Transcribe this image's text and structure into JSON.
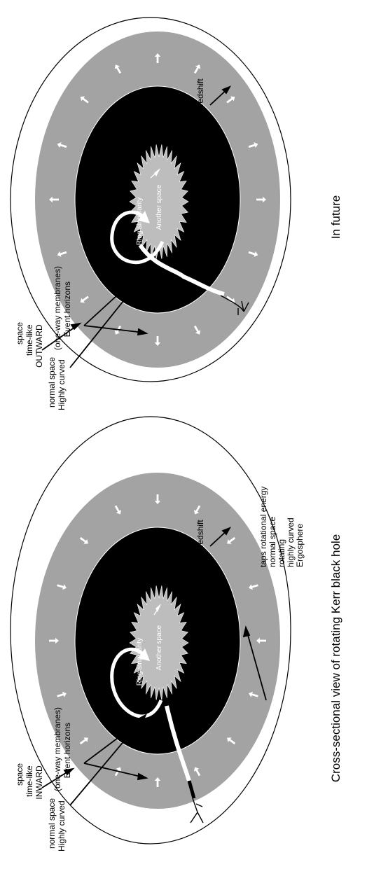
{
  "titles": {
    "left": "Cross-sectional view of rotating Kerr black hole",
    "right": "In future"
  },
  "left_diagram": {
    "surface_label": "Surface of infinite redshift",
    "ergosphere_label": [
      "Ergosphere",
      "highly curved",
      "rotating",
      "normal space",
      "taps rotational energy"
    ],
    "event_horizons_label": [
      "Event horizons",
      "(one-way membranes)"
    ],
    "timelike_label": [
      "INWARD",
      "time-like",
      "space"
    ],
    "curved_label": [
      "Highly curved",
      "normal space"
    ],
    "ring_label": "Ring singularity",
    "another_label": "Another space"
  },
  "right_diagram": {
    "surface_label": "Surface of infinite redshift",
    "event_horizons_label": [
      "Event horizons",
      "(one-way membranes)"
    ],
    "timelike_label": [
      "OUTWARD",
      "time-like",
      "space"
    ],
    "curved_label": [
      "Highly curved",
      "normal space"
    ],
    "ring_label": "Ring singularity",
    "another_label": "Another space"
  },
  "colors": {
    "ergosphere_band": "#a3a3a3",
    "interior": "#000000",
    "arrows": "#ffffff"
  }
}
